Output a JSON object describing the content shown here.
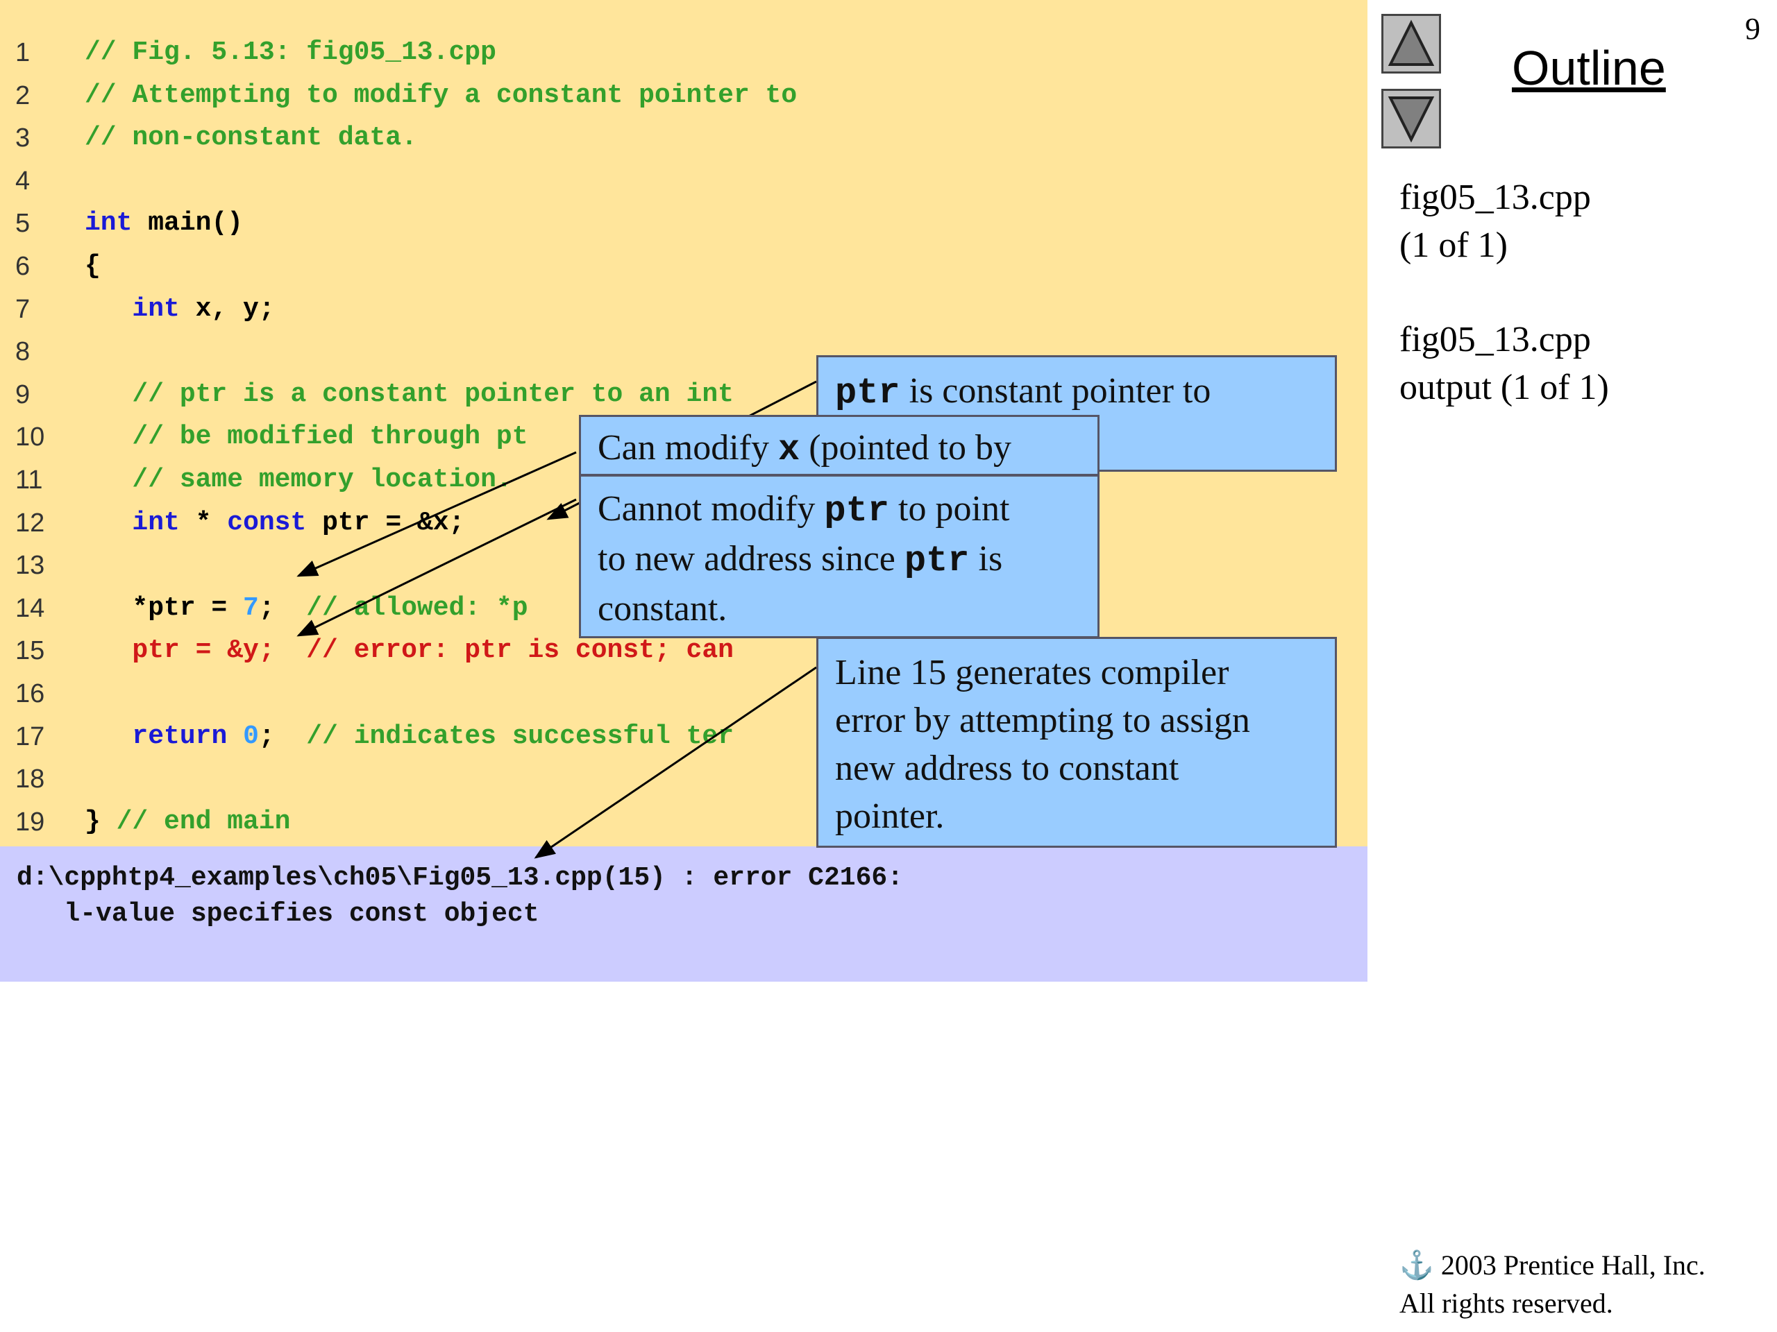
{
  "code_lines": [
    {
      "num": "1",
      "segments": [
        {
          "text": "// Fig. 5.13: fig05_13.cpp",
          "kind": "comment"
        }
      ]
    },
    {
      "num": "2",
      "segments": [
        {
          "text": "// Attempting to modify a constant pointer to",
          "kind": "comment"
        }
      ]
    },
    {
      "num": "3",
      "segments": [
        {
          "text": "// non-constant data.",
          "kind": "comment"
        }
      ]
    },
    {
      "num": "4",
      "segments": []
    },
    {
      "num": "5",
      "segments": [
        {
          "text": "int",
          "kind": "key"
        },
        {
          "text": " main()",
          "kind": "plain"
        }
      ]
    },
    {
      "num": "6",
      "segments": [
        {
          "text": "{",
          "kind": "plain"
        }
      ]
    },
    {
      "num": "7",
      "segments": [
        {
          "text": "   ",
          "kind": "plain"
        },
        {
          "text": "int",
          "kind": "key"
        },
        {
          "text": " x, y;",
          "kind": "plain"
        }
      ]
    },
    {
      "num": "8",
      "segments": []
    },
    {
      "num": "9",
      "segments": [
        {
          "text": "   // ptr is a constant pointer to an int",
          "kind": "comment"
        }
      ]
    },
    {
      "num": "10",
      "segments": [
        {
          "text": "   // be modified through pt",
          "kind": "comment"
        }
      ]
    },
    {
      "num": "11",
      "segments": [
        {
          "text": "   // same memory location.",
          "kind": "comment"
        }
      ]
    },
    {
      "num": "12",
      "segments": [
        {
          "text": "   ",
          "kind": "plain"
        },
        {
          "text": "int",
          "kind": "key"
        },
        {
          "text": " * ",
          "kind": "plain"
        },
        {
          "text": "const",
          "kind": "key"
        },
        {
          "text": " ptr = &x;",
          "kind": "plain"
        }
      ]
    },
    {
      "num": "13",
      "segments": []
    },
    {
      "num": "14",
      "segments": [
        {
          "text": "   *ptr = ",
          "kind": "plain"
        },
        {
          "text": "7",
          "kind": "num"
        },
        {
          "text": ";  ",
          "kind": "plain"
        },
        {
          "text": "// allowed: *p",
          "kind": "comment"
        }
      ]
    },
    {
      "num": "15",
      "segments": [
        {
          "text": "   ptr = &y;  // error: ptr is const; can",
          "kind": "red"
        }
      ]
    },
    {
      "num": "16",
      "segments": []
    },
    {
      "num": "17",
      "segments": [
        {
          "text": "   ",
          "kind": "plain"
        },
        {
          "text": "return",
          "kind": "key"
        },
        {
          "text": " ",
          "kind": "plain"
        },
        {
          "text": "0",
          "kind": "num"
        },
        {
          "text": ";  ",
          "kind": "plain"
        },
        {
          "text": "// indicates successful ter",
          "kind": "comment"
        }
      ]
    },
    {
      "num": "18",
      "segments": []
    },
    {
      "num": "19",
      "segments": [
        {
          "text": "} ",
          "kind": "plain"
        },
        {
          "text": "// end main",
          "kind": "comment"
        }
      ]
    }
  ],
  "output": {
    "line1": "d:\\cpphtp4_examples\\ch05\\Fig05_13.cpp(15) : error C2166:",
    "line2": "   l-value specifies const object"
  },
  "callouts": {
    "ptr_const": {
      "mono": "ptr",
      "text": " is constant pointer to"
    },
    "modify_x": {
      "pre": "Can modify ",
      "mono": "x",
      "post": " (pointed to by"
    },
    "cannot_modify": {
      "pre": "Cannot modify ",
      "mono1": "ptr",
      "mid1": " to point",
      "mid2": "to new address since ",
      "mono2": "ptr",
      "post": " is",
      "end": "constant."
    },
    "line15": {
      "l1": "Line 15 generates compiler",
      "l2": "error by attempting to assign",
      "l3": "new address to constant",
      "l4": "pointer."
    }
  },
  "sidebar": {
    "page_number": "9",
    "title": "Outline",
    "file1": "fig05_13.cpp",
    "file1_sub": "(1 of 1)",
    "file2": "fig05_13.cpp",
    "file2_sub": "output (1 of 1)",
    "up_icon": "triangle-up",
    "down_icon": "triangle-down"
  },
  "footer": {
    "copyright": "2003 Prentice Hall, Inc.",
    "rights": "All rights reserved."
  },
  "colors": {
    "code_bg": "#ffe59b",
    "output_bg": "#ccccff",
    "callout_bg": "#99ccff",
    "comment": "#33a02c",
    "keyword": "#1a1ad6",
    "error": "#d01818"
  }
}
